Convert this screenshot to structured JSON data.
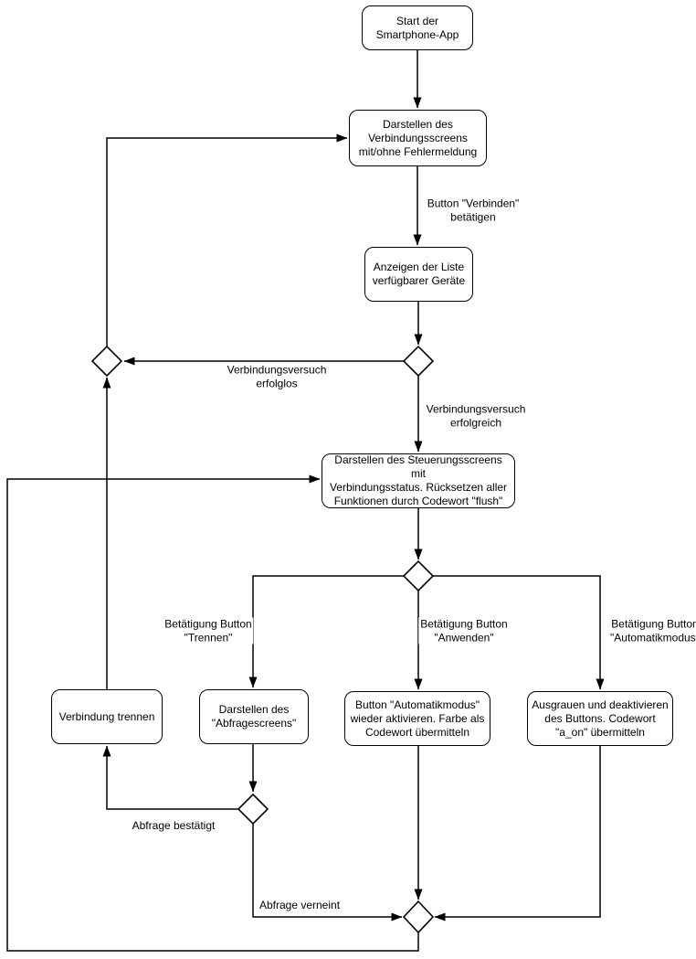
{
  "diagram": {
    "type": "flowchart",
    "language": "de",
    "background_color": "#ffffff",
    "stroke_color": "#000000",
    "text_color": "#000000",
    "nodes": [
      {
        "id": "start",
        "label": "Start der\nSmartphone-App"
      },
      {
        "id": "verbindungsscreen",
        "label": "Darstellen des\nVerbindungsscreens\nmit/ohne Fehlermeldung"
      },
      {
        "id": "geraeteliste",
        "label": "Anzeigen der Liste\nverfügbarer Geräte"
      },
      {
        "id": "steuerungsscreen",
        "label": "Darstellen des Steuerungsscreens mit\nVerbindungsstatus. Rücksetzen aller\nFunktionen durch Codewort \"flush\""
      },
      {
        "id": "verbindung-trennen",
        "label": "Verbindung trennen"
      },
      {
        "id": "abfragescreen",
        "label": "Darstellen des\n\"Abfragescreens\""
      },
      {
        "id": "anwenden-aktion",
        "label": "Button \"Automatikmodus\"\nwieder aktivieren. Farbe als\nCodewort übermitteln"
      },
      {
        "id": "automatikmodus-aktion",
        "label": "Ausgrauen und deaktivieren\ndes Buttons. Codewort\n\"a_on\" übermitteln"
      }
    ],
    "edge_labels": [
      {
        "id": "verbinden",
        "label": "Button \"Verbinden\"\nbetätigen"
      },
      {
        "id": "erfolglos",
        "label": "Verbindungsversuch\nerfolglos"
      },
      {
        "id": "erfolgreich",
        "label": "Verbindungsversuch\nerfolgreich"
      },
      {
        "id": "trennen",
        "label": "Betätigung Button\n\"Trennen\""
      },
      {
        "id": "anwenden",
        "label": "Betätigung Button\n\"Anwenden\""
      },
      {
        "id": "automatikmodus",
        "label": "Betätigung Button\n\"Automatikmodus\""
      },
      {
        "id": "abfrage-bestaetigt",
        "label": "Abfrage bestätigt"
      },
      {
        "id": "abfrage-verneint",
        "label": "Abfrage verneint"
      }
    ],
    "decision_point_count": 5
  }
}
